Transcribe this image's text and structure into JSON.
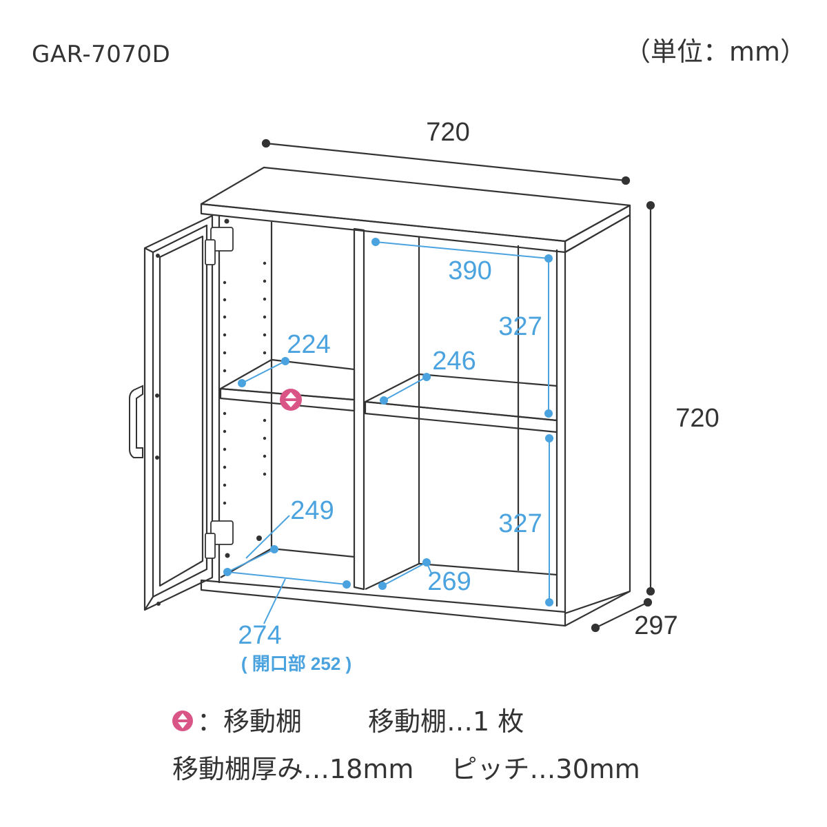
{
  "header": {
    "model": "GAR-7070D",
    "unit": "（単位：mm）"
  },
  "colors": {
    "line": "#333333",
    "dimension_blue": "#4aa3df",
    "movable_shelf_marker": "#d85586"
  },
  "dimensions": {
    "width": "720",
    "height": "720",
    "depth": "297",
    "upper_inner_width": "390",
    "upper_inner_height": "327",
    "lower_inner_height": "327",
    "left_shelf_depth": "224",
    "right_shelf_depth": "246",
    "left_bottom_depth": "249",
    "right_bottom_depth": "269",
    "left_inner_width": "274",
    "opening_note": "( 開口部 252 )"
  },
  "legend": {
    "marker_label": "：移動棚",
    "shelf_count": "移動棚…1 枚",
    "shelf_thickness": "移動棚厚み…18mm",
    "pitch": "ピッチ…30mm"
  }
}
